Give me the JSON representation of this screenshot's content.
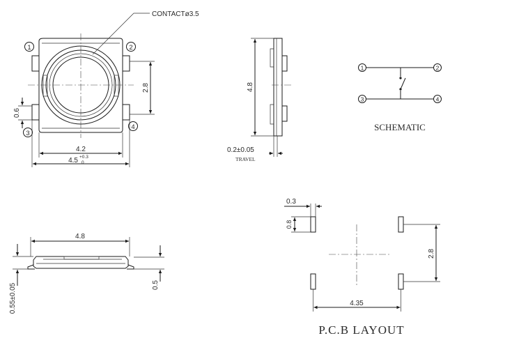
{
  "top_view": {
    "contact_label": "CONTACTø3.5",
    "width_inner": "4.2",
    "width_outer": "4.5",
    "width_tol_plus": "+0.3",
    "width_tol_minus": "0",
    "pitch": "2.8",
    "pin_width": "0.6",
    "pins": [
      "1",
      "2",
      "3",
      "4"
    ]
  },
  "side_view": {
    "height": "4.8",
    "travel_value": "0.2±0.05",
    "travel_label": "TRAVEL"
  },
  "schematic": {
    "title": "SCHEMATIC",
    "pins": [
      "1",
      "2",
      "3",
      "4"
    ]
  },
  "front_view": {
    "width": "4.8",
    "thickness": "0.55±0.05",
    "lead_height": "0.5"
  },
  "pcb_layout": {
    "title": "P.C.B LAYOUT",
    "pad_width": "0.3",
    "pad_height": "0.8",
    "pitch_y": "2.8",
    "pitch_x": "4.35"
  }
}
